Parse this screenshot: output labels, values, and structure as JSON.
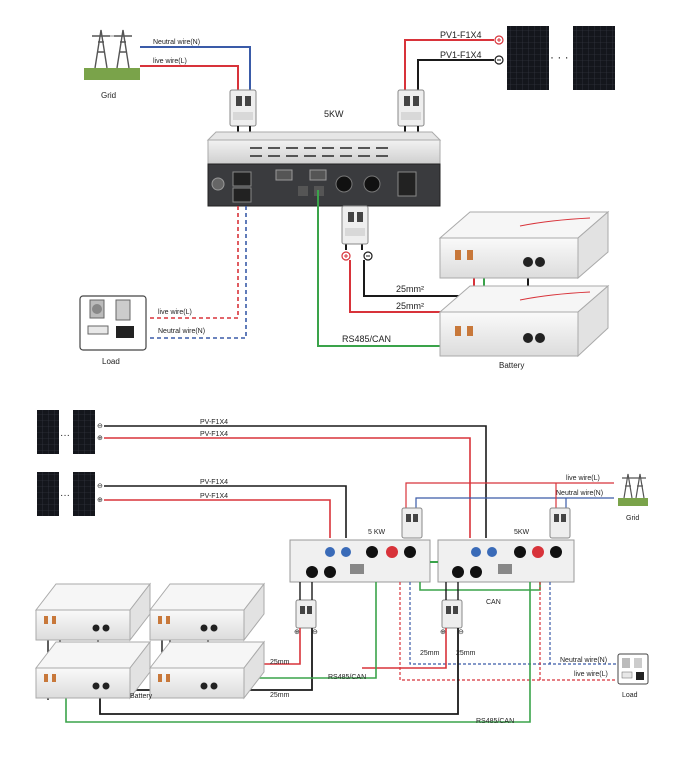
{
  "top": {
    "grid_label": "Grid",
    "neutral_label": "Neutral wire(N)",
    "live_label": "live wire(L)",
    "pv1_pos_label": "PV1-F1X4",
    "pv1_neg_label": "PV1-F1X4",
    "inverter_label": "5KW",
    "load_live_label": "live wire(L)",
    "load_neutral_label": "Neutral wire(N)",
    "load_label": "Load",
    "cable1_label": "25mm²",
    "cable2_label": "25mm²",
    "comm_label": "RS485/CAN",
    "battery_label": "Battery"
  },
  "bottom": {
    "pv_a_pos_label": "PV-F1X4",
    "pv_a_neg_label": "PV-F1X4",
    "pv_b_neg_label": "PV-F1X4",
    "pv_b_pos_label": "PV-F1X4",
    "inv1_label": "5 KW",
    "inv2_label": "5KW",
    "grid_live_label": "live wire(L)",
    "grid_neutral_label": "Neutral wire(N)",
    "grid_label": "Grid",
    "can_label": "CAN",
    "cable_a_label": "25mm",
    "cable_b_label": "25mm",
    "cable_c_label": "25mm",
    "cable_d_label": "25mm",
    "comm1_label": "RS485/CAN",
    "comm2_label": "RS485/CAN",
    "battery_label": "Battery",
    "load_neutral_label": "Neutral wire(N)",
    "load_live_label": "live wire(L)",
    "load_label": "Load"
  },
  "colors": {
    "red": "#d8333a",
    "blue": "#3a5ba8",
    "green": "#3aa34a",
    "black": "#1a1a1a"
  }
}
